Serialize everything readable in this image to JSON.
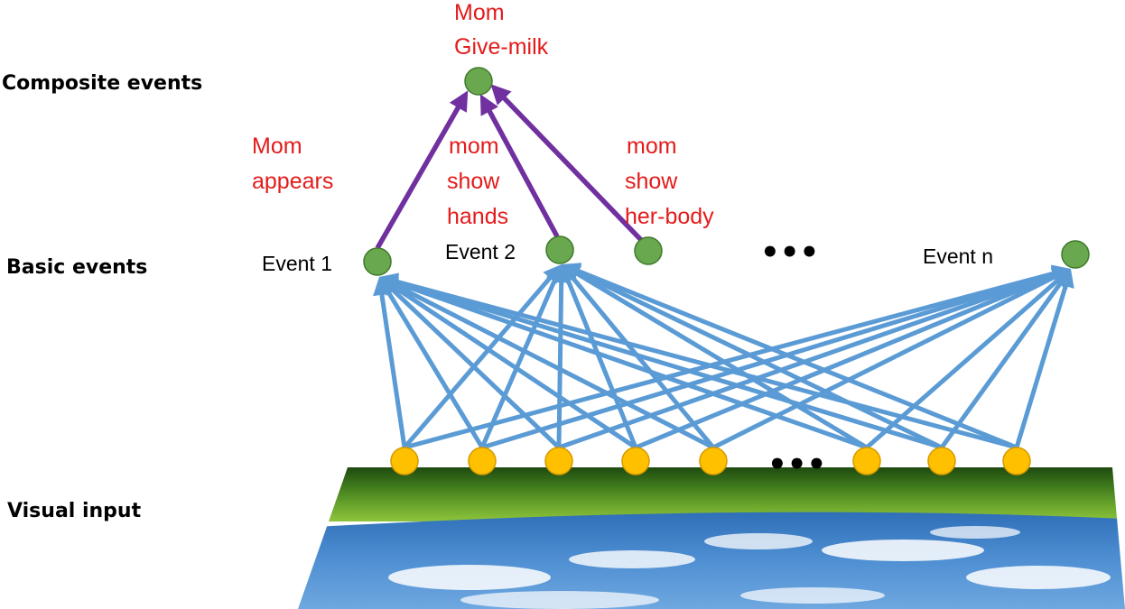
{
  "levels": {
    "composite": "Composite events",
    "basic": "Basic events",
    "visual": "Visual input"
  },
  "composite_event": {
    "label_line1": "Mom",
    "label_line2": "Give-milk"
  },
  "basic_events": [
    {
      "label": "Event 1",
      "edge_label": [
        "Mom",
        "appears"
      ]
    },
    {
      "label": "Event 2",
      "edge_label": [
        "mom",
        "show",
        "hands"
      ]
    },
    {
      "label": "",
      "edge_label": [
        "mom",
        "show",
        "her-body"
      ]
    },
    {
      "label": "Event n",
      "edge_label": []
    }
  ],
  "basic_ellipsis": "•••",
  "input_ellipsis": "•••",
  "colors": {
    "label_red": "#e31b1b",
    "green_node": "#6aa84f",
    "green_stroke": "#3d7a2a",
    "yellow_node": "#ffc000",
    "yellow_stroke": "#d49a00",
    "blue_edge": "#5b9bd5",
    "purple_edge": "#7030a0"
  }
}
